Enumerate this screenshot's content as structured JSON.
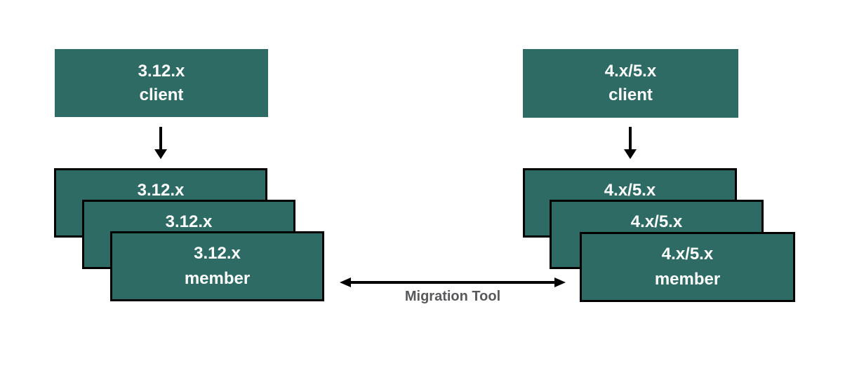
{
  "colors": {
    "background": "#ffffff",
    "box_fill": "#2e6b65",
    "box_border": "#000000",
    "box_text": "#ffffff",
    "arrow": "#000000",
    "label_text": "#58595a"
  },
  "left_cluster": {
    "client": {
      "version": "3.12.x",
      "role": "client"
    },
    "members": [
      {
        "version": "3.12.x",
        "role": ""
      },
      {
        "version": "3.12.x",
        "role": ""
      },
      {
        "version": "3.12.x",
        "role": "member"
      }
    ]
  },
  "right_cluster": {
    "client": {
      "version": "4.x/5.x",
      "role": "client"
    },
    "members": [
      {
        "version": "4.x/5.x",
        "role": ""
      },
      {
        "version": "4.x/5.x",
        "role": ""
      },
      {
        "version": "4.x/5.x",
        "role": "member"
      }
    ]
  },
  "connector": {
    "label": "Migration Tool"
  }
}
